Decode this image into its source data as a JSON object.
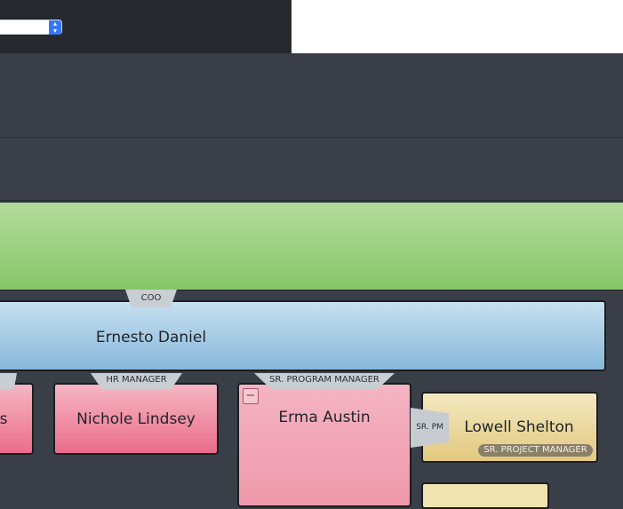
{
  "toolbar": {
    "select_value": ""
  },
  "nodes": {
    "coo": {
      "role": "COO",
      "name": "Ernesto Daniel"
    },
    "left_partial": {
      "name_fragment": "s"
    },
    "hr": {
      "role": "HR MANAGER",
      "name": "Nichole Lindsey"
    },
    "program": {
      "role": "SR. PROGRAM MANAGER",
      "name": "Erma Austin",
      "collapse_symbol": "−"
    },
    "project": {
      "side_tab": "SR. PM",
      "name": "Lowell Shelton",
      "role": "SR. PROJECT MANAGER"
    }
  },
  "colors": {
    "root_green": "#9fd283",
    "coo_blue": "#a9cde8",
    "manager_pink": "#ef8aa2",
    "project_yellow": "#ecdca0",
    "background": "#3a3f47"
  }
}
